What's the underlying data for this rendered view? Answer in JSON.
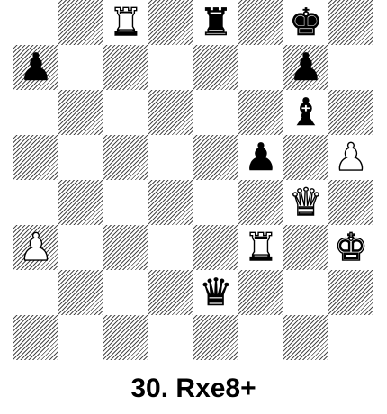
{
  "board": {
    "colors": {
      "light_square": "#ffffff",
      "dark_square_hatch": "#4a4a4a",
      "white_piece": "#ffffff",
      "black_piece": "#000000"
    },
    "pieces": [
      {
        "square": "c8",
        "side": "white",
        "type": "rook",
        "glyph": "♜",
        "name": "white-rook-icon"
      },
      {
        "square": "e8",
        "side": "black",
        "type": "rook",
        "glyph": "♜",
        "name": "black-rook-icon"
      },
      {
        "square": "g8",
        "side": "black",
        "type": "king",
        "glyph": "♚",
        "name": "black-king-icon"
      },
      {
        "square": "a7",
        "side": "black",
        "type": "pawn",
        "glyph": "♟",
        "name": "black-pawn-icon"
      },
      {
        "square": "g7",
        "side": "black",
        "type": "pawn",
        "glyph": "♟",
        "name": "black-pawn-icon"
      },
      {
        "square": "g6",
        "side": "black",
        "type": "bishop",
        "glyph": "♝",
        "name": "black-bishop-icon"
      },
      {
        "square": "f5",
        "side": "black",
        "type": "pawn",
        "glyph": "♟",
        "name": "black-pawn-icon"
      },
      {
        "square": "h5",
        "side": "white",
        "type": "pawn",
        "glyph": "♟",
        "name": "white-pawn-icon"
      },
      {
        "square": "g4",
        "side": "white",
        "type": "queen",
        "glyph": "♛",
        "name": "white-queen-icon"
      },
      {
        "square": "a3",
        "side": "white",
        "type": "pawn",
        "glyph": "♟",
        "name": "white-pawn-icon"
      },
      {
        "square": "f3",
        "side": "white",
        "type": "rook",
        "glyph": "♜",
        "name": "white-rook-icon"
      },
      {
        "square": "h3",
        "side": "white",
        "type": "king",
        "glyph": "♚",
        "name": "white-king-icon"
      },
      {
        "square": "e2",
        "side": "black",
        "type": "queen",
        "glyph": "♛",
        "name": "black-queen-icon"
      }
    ]
  },
  "caption": {
    "move": "30. Rxe8+"
  }
}
